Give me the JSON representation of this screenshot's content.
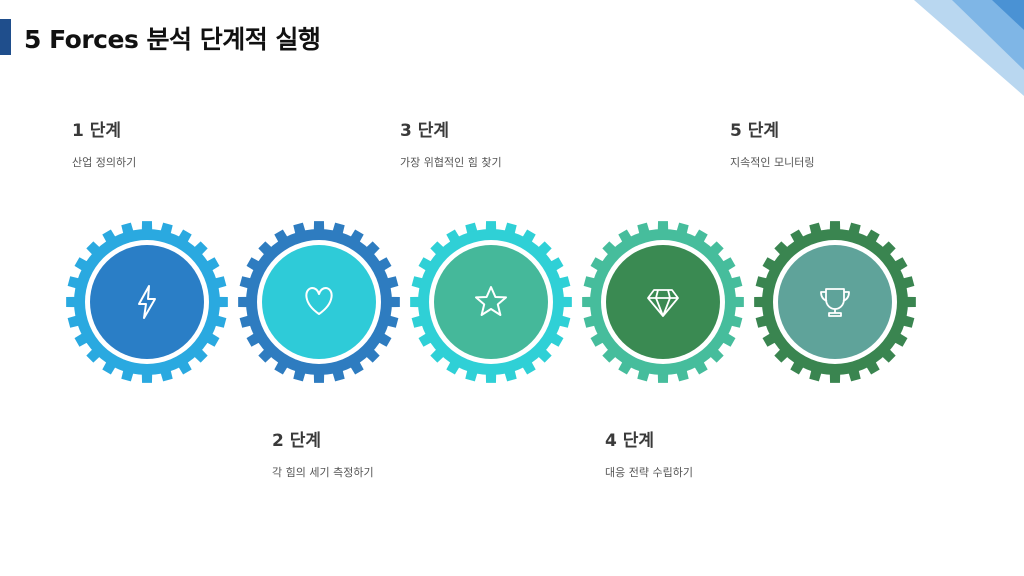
{
  "title": "5 Forces 분석 단계적 실행",
  "steps": [
    {
      "head": "1 단계",
      "desc": "산업 정의하기",
      "icon": "lightning-icon",
      "ring": "#2aa9e0",
      "fill": "#2a7ec6"
    },
    {
      "head": "2 단계",
      "desc": "각 힘의 세기 측정하기",
      "icon": "heart-icon",
      "ring": "#2e7cc0",
      "fill": "#2ecbd8"
    },
    {
      "head": "3 단계",
      "desc": "가장 위협적인 힘 찾기",
      "icon": "star-icon",
      "ring": "#2fd0d6",
      "fill": "#45b89a"
    },
    {
      "head": "4 단계",
      "desc": "대응 전략 수립하기",
      "icon": "diamond-icon",
      "ring": "#46bd9c",
      "fill": "#3a8a52"
    },
    {
      "head": "5 단계",
      "desc": "지속적인 모니터링",
      "icon": "trophy-icon",
      "ring": "#3a8550",
      "fill": "#5fa39a"
    }
  ]
}
